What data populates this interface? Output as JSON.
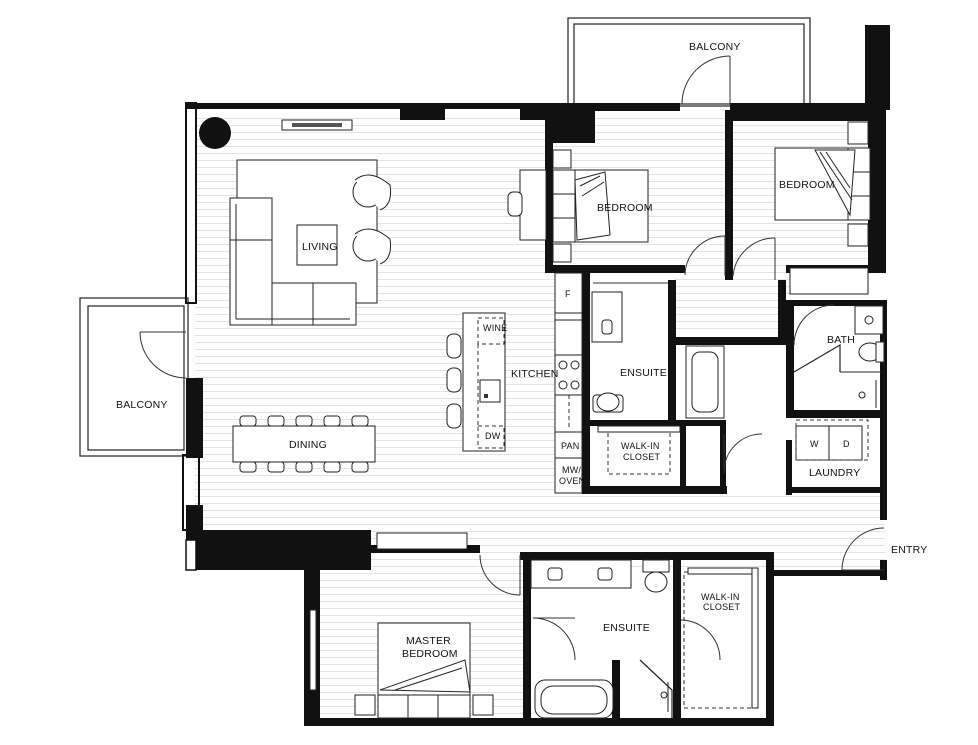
{
  "rooms": {
    "balcony_top": "BALCONY",
    "balcony_left": "BALCONY",
    "living": "LIVING",
    "dining": "DINING",
    "kitchen": "KITCHEN",
    "bedroom_1": "BEDROOM",
    "bedroom_2": "BEDROOM",
    "ensuite_1": "ENSUITE",
    "ensuite_2": "ENSUITE",
    "walkin_1_line1": "WALK-IN",
    "walkin_1_line2": "CLOSET",
    "walkin_2_line1": "WALK-IN",
    "walkin_2_line2": "CLOSET",
    "bath": "BATH",
    "laundry": "LAUNDRY",
    "master_line1": "MASTER",
    "master_line2": "BEDROOM",
    "entry": "ENTRY"
  },
  "fixtures": {
    "fridge": "F",
    "wine": "WINE",
    "dishwasher": "DW",
    "pantry": "PAN",
    "mw_line1": "MW/",
    "mw_line2": "OVEN",
    "washer": "W",
    "dryer": "D"
  }
}
